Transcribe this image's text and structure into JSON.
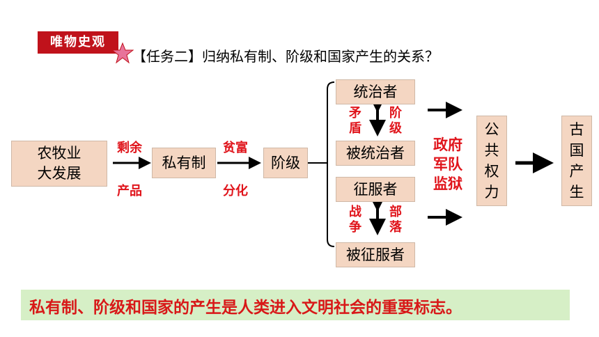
{
  "header": {
    "tag": "唯物史观",
    "task": "【任务二】归纳私有制、阶级和国家产生的关系？"
  },
  "diagram": {
    "agri": [
      "农牧业",
      "大发展"
    ],
    "surplus_top": "剩余",
    "surplus_bottom": "产品",
    "private": "私有制",
    "wealth_top": "贫富",
    "wealth_bottom": "分化",
    "class": "阶级",
    "ruler": "统治者",
    "ruled": "被统治者",
    "contradiction": "矛盾",
    "class_label": "阶级",
    "conqueror": "征服者",
    "conquered": "被征服者",
    "war": "战争",
    "tribe": "部落",
    "organs": [
      "政府",
      "军队",
      "监狱"
    ],
    "public_power": "公共权力",
    "ancient_state": "古国产生"
  },
  "conclusion": "私有制、阶级和国家的产生是人类进入文明社会的重要标志。"
}
